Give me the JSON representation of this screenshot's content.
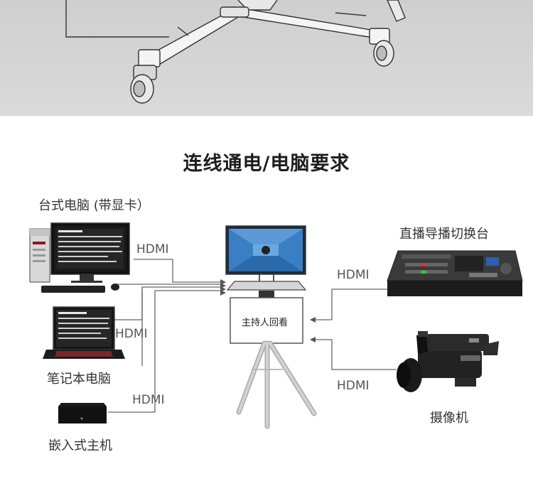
{
  "heading": "连线通电/电脑要求",
  "devices": {
    "desktop": "台式电脑 (带显卡）",
    "laptop": "笔记本电脑",
    "embedded": "嵌入式主机",
    "switcher": "直播导播切换台",
    "camera": "摄像机"
  },
  "connections": {
    "desktop_hdmi": "HDMI",
    "laptop_hdmi": "HDMI",
    "embedded_hdmi": "HDMI",
    "switcher_hdmi": "HDMI",
    "camera_hdmi": "HDMI"
  },
  "teleprompter": {
    "return_monitor": "主持人回看"
  },
  "colors": {
    "heading": "#1d1d1d",
    "label": "#333333",
    "line": "#666666",
    "screen_blue": "#3a7fc4"
  }
}
